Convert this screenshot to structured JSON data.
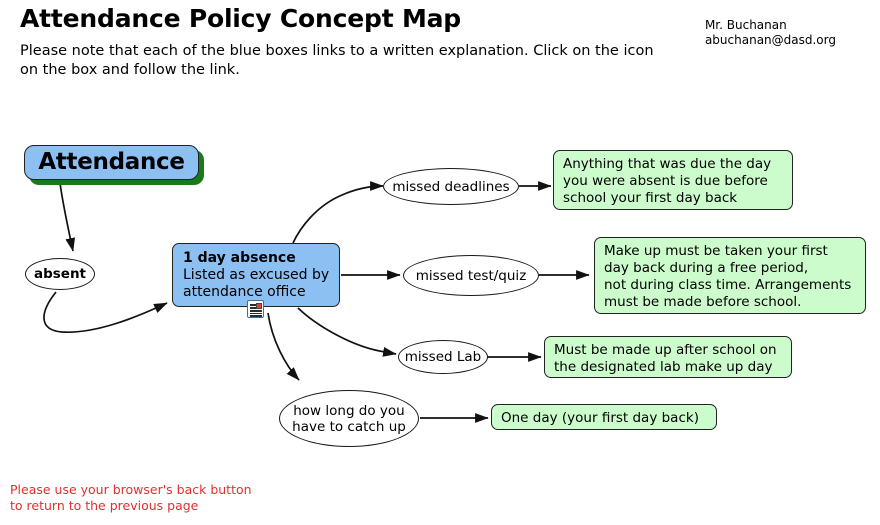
{
  "header": {
    "title": "Attendance Policy Concept Map",
    "intro": "Please note that each of the blue boxes links to a written explanation. Click on the icon on the box and follow the link.",
    "contact_name": "Mr. Buchanan",
    "contact_email": "abuchanan@dasd.org"
  },
  "footer": {
    "note": "Please use your browser's back button\nto return to the previous page"
  },
  "colors": {
    "blue_node": "#8cbff2",
    "green_note": "#ccfccc",
    "root_shadow": "#1a7a1a",
    "footer_text": "#e03030",
    "outline": "#222222"
  },
  "map": {
    "root": {
      "label": "Attendance"
    },
    "absent": {
      "label": "absent"
    },
    "blue_node": {
      "title": "1 day absence",
      "subtitle_line1": "Listed as excused by",
      "subtitle_line2": "attendance office",
      "icon": "document-link-icon"
    },
    "branches": [
      {
        "ellipse": "missed deadlines",
        "note_line1": "Anything that was due the day",
        "note_line2": "you were absent is due before",
        "note_line3": "school your first day back"
      },
      {
        "ellipse": "missed test/quiz",
        "note_line1": "Make up must be taken your first",
        "note_line2": "day back during a free period,",
        "note_line3": "not during class time. Arrangements",
        "note_line4": "must be made before school."
      },
      {
        "ellipse": "missed Lab",
        "note_line1": "Must be made up after school on",
        "note_line2": "the designated lab make up day"
      },
      {
        "ellipse_line1": "how long do you",
        "ellipse_line2": "have to catch up",
        "note_line1": "One day (your first day back)"
      }
    ]
  }
}
